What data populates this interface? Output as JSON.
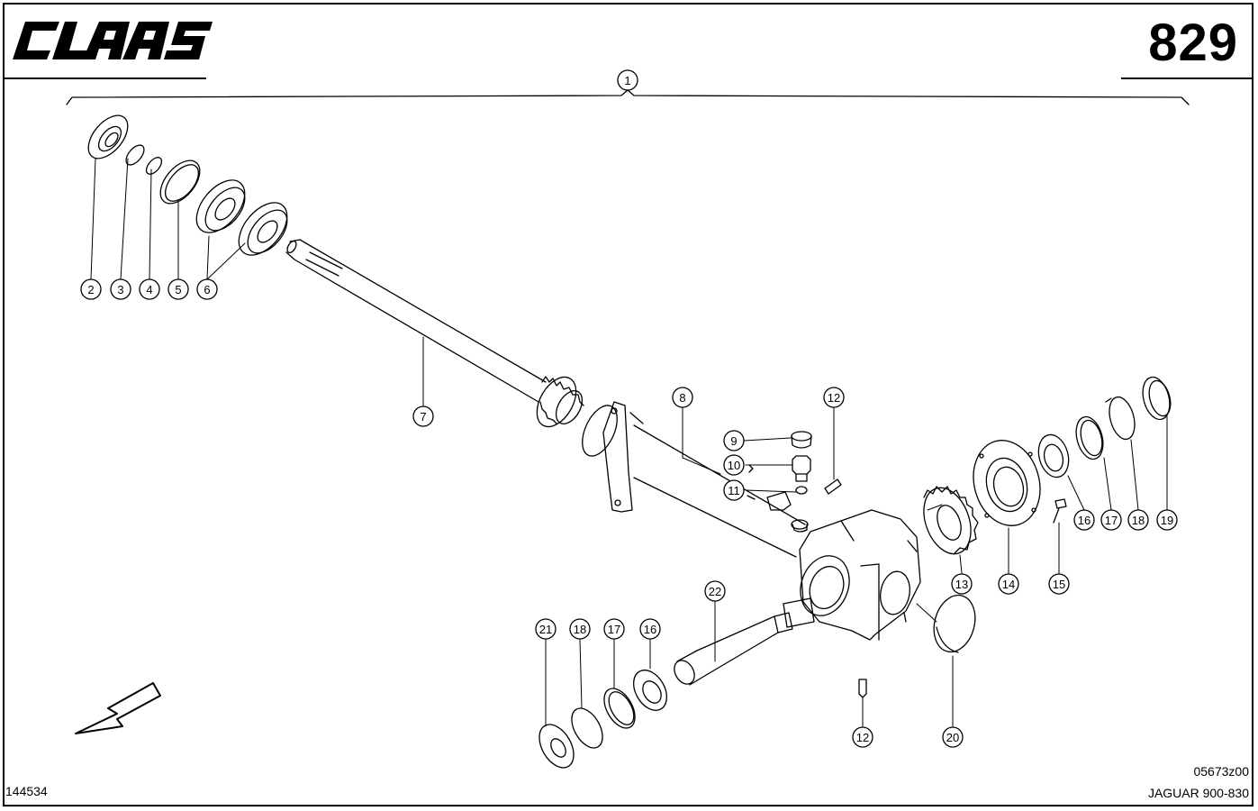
{
  "header": {
    "brand": "CLAAS",
    "page_number": "829"
  },
  "footer": {
    "catalog_number": "144534",
    "drawing_ref": "05673z00",
    "model": "JAGUAR 900-830"
  },
  "callouts": [
    {
      "id": "c1",
      "label": "1"
    },
    {
      "id": "c2",
      "label": "2"
    },
    {
      "id": "c3",
      "label": "3"
    },
    {
      "id": "c4",
      "label": "4"
    },
    {
      "id": "c5",
      "label": "5"
    },
    {
      "id": "c6",
      "label": "6"
    },
    {
      "id": "c7",
      "label": "7"
    },
    {
      "id": "c8",
      "label": "8"
    },
    {
      "id": "c9",
      "label": "9"
    },
    {
      "id": "c10",
      "label": "10"
    },
    {
      "id": "c11",
      "label": "11"
    },
    {
      "id": "c12a",
      "label": "12"
    },
    {
      "id": "c12b",
      "label": "12"
    },
    {
      "id": "c13",
      "label": "13"
    },
    {
      "id": "c14",
      "label": "14"
    },
    {
      "id": "c15",
      "label": "15"
    },
    {
      "id": "c16a",
      "label": "16"
    },
    {
      "id": "c17a",
      "label": "17"
    },
    {
      "id": "c18a",
      "label": "18"
    },
    {
      "id": "c19",
      "label": "19"
    },
    {
      "id": "c20",
      "label": "20"
    },
    {
      "id": "c16b",
      "label": "16"
    },
    {
      "id": "c17b",
      "label": "17"
    },
    {
      "id": "c18b",
      "label": "18"
    },
    {
      "id": "c21",
      "label": "21"
    },
    {
      "id": "c22",
      "label": "22"
    }
  ],
  "colors": {
    "ink": "#000000",
    "paper": "#ffffff"
  }
}
